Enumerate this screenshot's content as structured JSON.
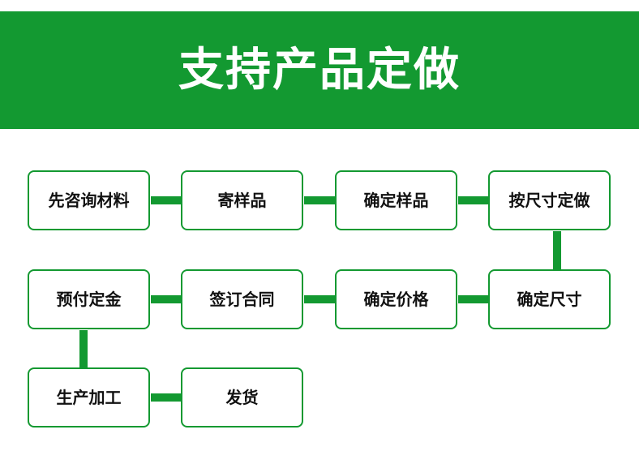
{
  "header": {
    "title": "支持产品定做"
  },
  "colors": {
    "accent": "#139931",
    "box_border": "#139931",
    "text": "#111111",
    "banner_text": "#ffffff"
  },
  "steps": [
    {
      "label": "先咨询材料"
    },
    {
      "label": "寄样品"
    },
    {
      "label": "确定样品"
    },
    {
      "label": "按尺寸定做"
    },
    {
      "label": "确定尺寸"
    },
    {
      "label": "确定价格"
    },
    {
      "label": "签订合同"
    },
    {
      "label": "预付定金"
    },
    {
      "label": "生产加工"
    },
    {
      "label": "发货"
    }
  ]
}
